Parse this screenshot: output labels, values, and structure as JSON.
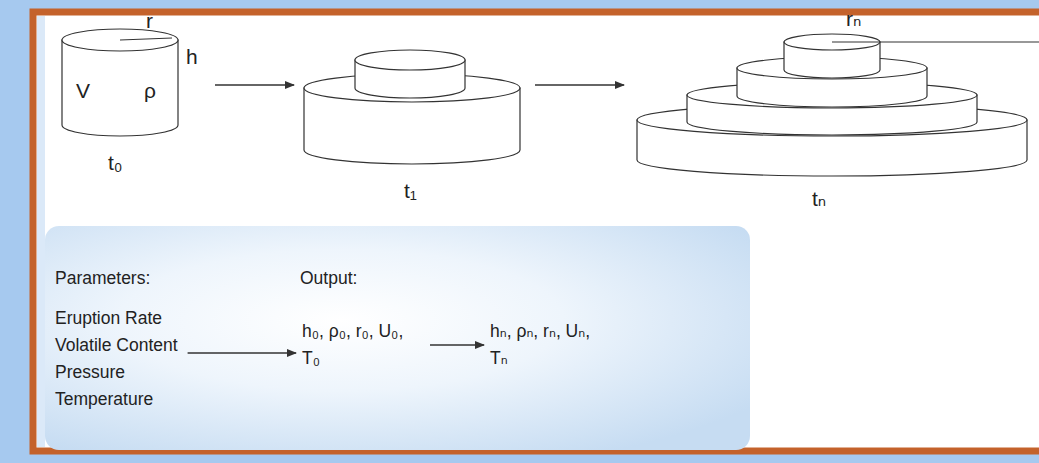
{
  "diagram": {
    "nodes": [
      {
        "text": [
          "r",
          "h",
          "V",
          "ρ",
          "t₀"
        ]
      },
      {
        "text": [
          "t₁"
        ]
      },
      {
        "text": [
          "rₙ",
          "tₙ"
        ]
      },
      {
        "text": [
          "Eruption Rate",
          "Volatile Content",
          "Pressure",
          "Temperature"
        ]
      },
      {
        "text": [
          "h₀, ρ₀, r₀, U₀, T₀"
        ]
      },
      {
        "text": [
          "hₙ, ρₙ, rₙ, Uₙ, Tₙ"
        ]
      }
    ],
    "edges": [
      {
        "from": 0,
        "to": 1,
        "arrow": "to"
      },
      {
        "from": 1,
        "to": 2,
        "arrow": "to"
      },
      {
        "from": 3,
        "to": 4,
        "arrow": "to"
      },
      {
        "from": 4,
        "to": 5,
        "arrow": "to"
      }
    ],
    "labels": [
      "Parameters:",
      "Output:"
    ]
  }
}
